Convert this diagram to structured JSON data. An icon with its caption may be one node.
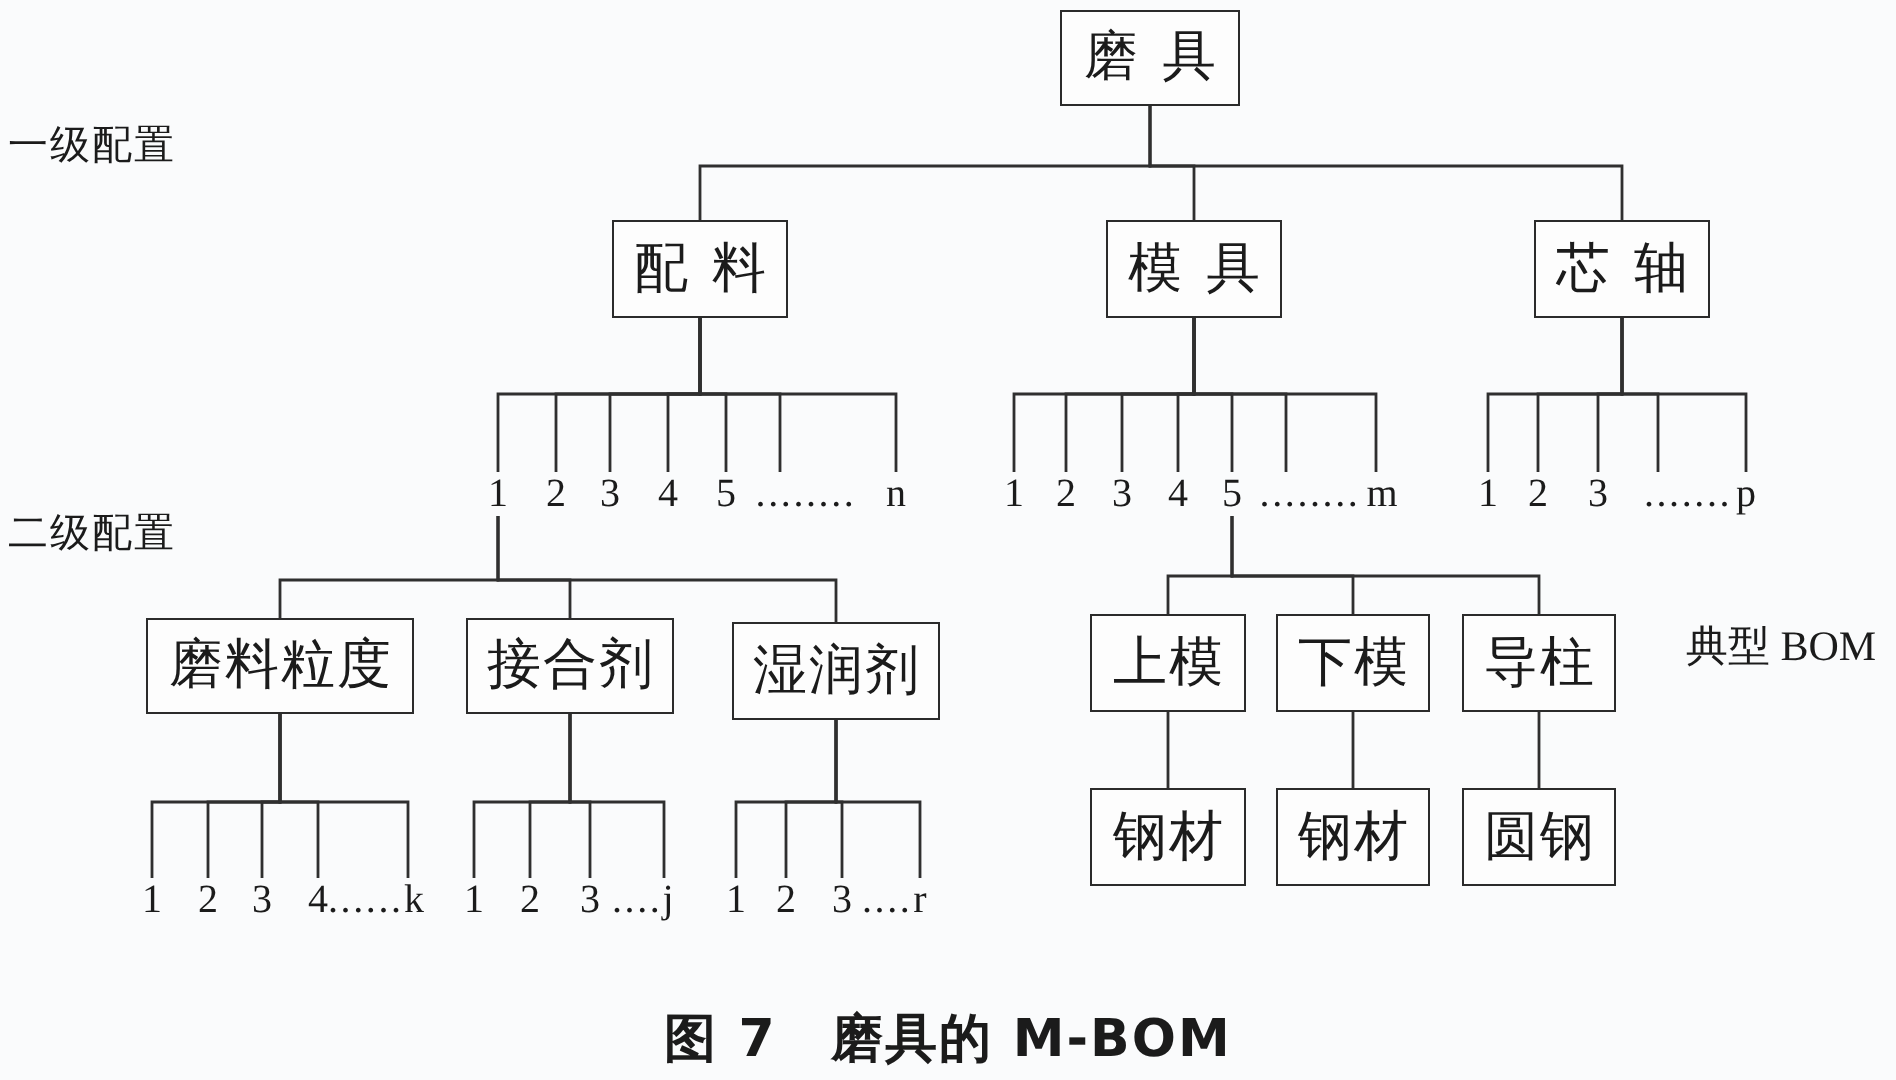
{
  "diagram": {
    "caption": "图 7　磨具的 M-BOM",
    "nodes": [
      {
        "text": [
          "磨具"
        ]
      },
      {
        "text": [
          "配料"
        ]
      },
      {
        "text": [
          "模具"
        ]
      },
      {
        "text": [
          "芯轴"
        ]
      },
      {
        "text": [
          "1"
        ]
      },
      {
        "text": [
          "2"
        ]
      },
      {
        "text": [
          "3"
        ]
      },
      {
        "text": [
          "4"
        ]
      },
      {
        "text": [
          "5"
        ]
      },
      {
        "text": [
          "........"
        ]
      },
      {
        "text": [
          "n"
        ]
      },
      {
        "text": [
          "1"
        ]
      },
      {
        "text": [
          "2"
        ]
      },
      {
        "text": [
          "3"
        ]
      },
      {
        "text": [
          "4"
        ]
      },
      {
        "text": [
          "5"
        ]
      },
      {
        "text": [
          "........"
        ]
      },
      {
        "text": [
          "m"
        ]
      },
      {
        "text": [
          "1"
        ]
      },
      {
        "text": [
          "2"
        ]
      },
      {
        "text": [
          "3"
        ]
      },
      {
        "text": [
          "......."
        ]
      },
      {
        "text": [
          "p"
        ]
      },
      {
        "text": [
          "磨料粒度"
        ]
      },
      {
        "text": [
          "接合剂"
        ]
      },
      {
        "text": [
          "湿润剂"
        ]
      },
      {
        "text": [
          "上模"
        ]
      },
      {
        "text": [
          "下模"
        ]
      },
      {
        "text": [
          "导柱"
        ]
      },
      {
        "text": [
          "钢材"
        ]
      },
      {
        "text": [
          "钢材"
        ]
      },
      {
        "text": [
          "圆钢"
        ]
      },
      {
        "text": [
          "1"
        ]
      },
      {
        "text": [
          "2"
        ]
      },
      {
        "text": [
          "3"
        ]
      },
      {
        "text": [
          "4"
        ]
      },
      {
        "text": [
          "k"
        ]
      },
      {
        "text": [
          "1"
        ]
      },
      {
        "text": [
          "2"
        ]
      },
      {
        "text": [
          "3"
        ]
      },
      {
        "text": [
          "j"
        ]
      },
      {
        "text": [
          "1"
        ]
      },
      {
        "text": [
          "2"
        ]
      },
      {
        "text": [
          "3"
        ]
      },
      {
        "text": [
          "r"
        ]
      }
    ],
    "edges": [
      {
        "from": 0,
        "to": 1,
        "arrow": "none"
      },
      {
        "from": 0,
        "to": 2,
        "arrow": "none"
      },
      {
        "from": 0,
        "to": 3,
        "arrow": "none"
      },
      {
        "from": 1,
        "to": 4,
        "arrow": "none"
      },
      {
        "from": 1,
        "to": 5,
        "arrow": "none"
      },
      {
        "from": 1,
        "to": 6,
        "arrow": "none"
      },
      {
        "from": 1,
        "to": 7,
        "arrow": "none"
      },
      {
        "from": 1,
        "to": 8,
        "arrow": "none"
      },
      {
        "from": 1,
        "to": 9,
        "arrow": "none"
      },
      {
        "from": 1,
        "to": 10,
        "arrow": "none"
      },
      {
        "from": 2,
        "to": 11,
        "arrow": "none"
      },
      {
        "from": 2,
        "to": 12,
        "arrow": "none"
      },
      {
        "from": 2,
        "to": 13,
        "arrow": "none"
      },
      {
        "from": 2,
        "to": 14,
        "arrow": "none"
      },
      {
        "from": 2,
        "to": 15,
        "arrow": "none"
      },
      {
        "from": 2,
        "to": 16,
        "arrow": "none"
      },
      {
        "from": 2,
        "to": 17,
        "arrow": "none"
      },
      {
        "from": 3,
        "to": 18,
        "arrow": "none"
      },
      {
        "from": 3,
        "to": 19,
        "arrow": "none"
      },
      {
        "from": 3,
        "to": 20,
        "arrow": "none"
      },
      {
        "from": 3,
        "to": 21,
        "arrow": "none"
      },
      {
        "from": 3,
        "to": 22,
        "arrow": "none"
      },
      {
        "from": 4,
        "to": 23,
        "arrow": "none"
      },
      {
        "from": 4,
        "to": 24,
        "arrow": "none"
      },
      {
        "from": 4,
        "to": 25,
        "arrow": "none"
      },
      {
        "from": 15,
        "to": 26,
        "arrow": "none"
      },
      {
        "from": 15,
        "to": 27,
        "arrow": "none"
      },
      {
        "from": 15,
        "to": 28,
        "arrow": "none"
      },
      {
        "from": 26,
        "to": 29,
        "arrow": "none"
      },
      {
        "from": 27,
        "to": 30,
        "arrow": "none"
      },
      {
        "from": 28,
        "to": 31,
        "arrow": "none"
      },
      {
        "from": 23,
        "to": 32,
        "arrow": "none"
      },
      {
        "from": 23,
        "to": 33,
        "arrow": "none"
      },
      {
        "from": 23,
        "to": 34,
        "arrow": "none"
      },
      {
        "from": 23,
        "to": 35,
        "arrow": "none"
      },
      {
        "from": 23,
        "to": 36,
        "arrow": "none"
      },
      {
        "from": 24,
        "to": 37,
        "arrow": "none"
      },
      {
        "from": 24,
        "to": 38,
        "arrow": "none"
      },
      {
        "from": 24,
        "to": 39,
        "arrow": "none"
      },
      {
        "from": 24,
        "to": 40,
        "arrow": "none"
      },
      {
        "from": 25,
        "to": 41,
        "arrow": "none"
      },
      {
        "from": 25,
        "to": 42,
        "arrow": "none"
      },
      {
        "from": 25,
        "to": 43,
        "arrow": "none"
      },
      {
        "from": 25,
        "to": 44,
        "arrow": "none"
      }
    ],
    "labels": [
      "一级配置",
      "二级配置",
      "典型 BOM",
      "......",
      "....",
      "...."
    ]
  }
}
